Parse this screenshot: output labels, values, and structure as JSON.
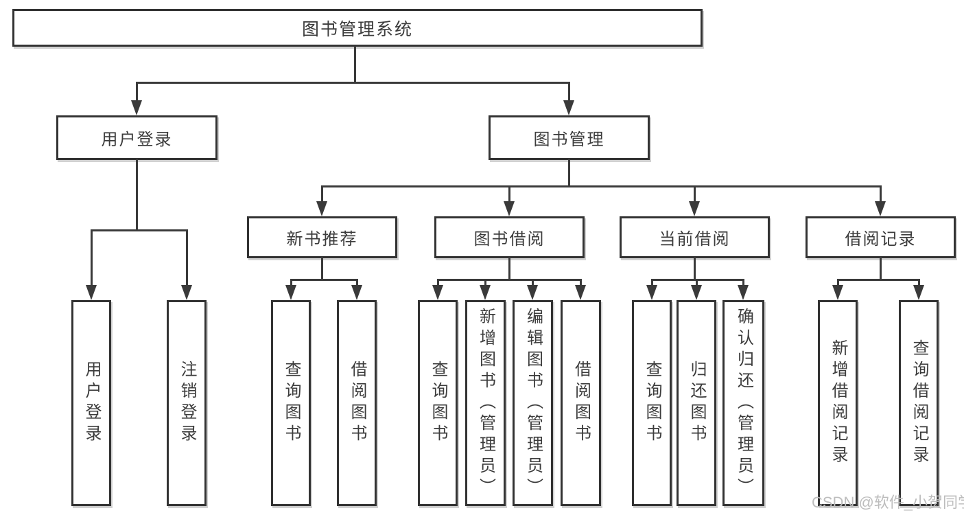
{
  "diagram": {
    "type": "hierarchy-tree",
    "watermark": "CSDN @软件_小贺同学",
    "colors": {
      "line": "#3a3a3a",
      "box_border": "#333333",
      "box_fill": "#ffffff",
      "text": "#3c3c3c",
      "watermark_text": "#bdbdbd",
      "background": "#ffffff"
    },
    "nodes": {
      "root": {
        "label": "图书管理系统"
      },
      "user_login": {
        "label": "用户登录"
      },
      "book_mgmt": {
        "label": "图书管理"
      },
      "new_books": {
        "label": "新书推荐"
      },
      "book_borrow": {
        "label": "图书借阅"
      },
      "current_borrow": {
        "label": "当前借阅"
      },
      "borrow_records": {
        "label": "借阅记录"
      },
      "ul_login": {
        "label": "用户登录"
      },
      "ul_logout": {
        "label": "注销登录"
      },
      "nb_query": {
        "label": "查询图书"
      },
      "nb_borrow": {
        "label": "借阅图书"
      },
      "bb_query": {
        "label": "查询图书"
      },
      "bb_add": {
        "label": "新增图书（管理员）"
      },
      "bb_edit": {
        "label": "编辑图书（管理员）"
      },
      "bb_borrow": {
        "label": "借阅图书"
      },
      "cb_query": {
        "label": "查询图书"
      },
      "cb_return": {
        "label": "归还图书"
      },
      "cb_confirm": {
        "label": "确认归还（管理员）"
      },
      "br_add": {
        "label": "新增借阅记录"
      },
      "br_query": {
        "label": "查询借阅记录"
      }
    },
    "edges": [
      [
        "root",
        "user_login"
      ],
      [
        "root",
        "book_mgmt"
      ],
      [
        "user_login",
        "ul_login"
      ],
      [
        "user_login",
        "ul_logout"
      ],
      [
        "book_mgmt",
        "new_books"
      ],
      [
        "book_mgmt",
        "book_borrow"
      ],
      [
        "book_mgmt",
        "current_borrow"
      ],
      [
        "book_mgmt",
        "borrow_records"
      ],
      [
        "new_books",
        "nb_query"
      ],
      [
        "new_books",
        "nb_borrow"
      ],
      [
        "book_borrow",
        "bb_query"
      ],
      [
        "book_borrow",
        "bb_add"
      ],
      [
        "book_borrow",
        "bb_edit"
      ],
      [
        "book_borrow",
        "bb_borrow"
      ],
      [
        "current_borrow",
        "cb_query"
      ],
      [
        "current_borrow",
        "cb_return"
      ],
      [
        "current_borrow",
        "cb_confirm"
      ],
      [
        "borrow_records",
        "br_add"
      ],
      [
        "borrow_records",
        "br_query"
      ]
    ]
  }
}
